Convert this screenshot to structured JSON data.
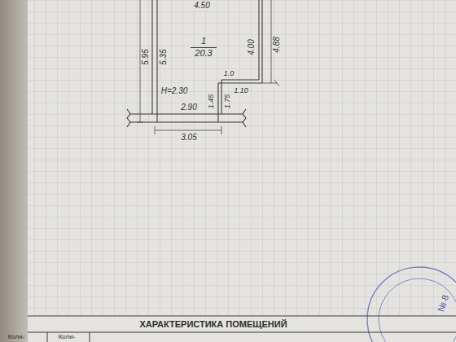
{
  "diagram": {
    "nodes": [
      {
        "text": [
          "1",
          "20.3"
        ]
      }
    ],
    "labels": [
      "4.50",
      "5.95",
      "5.35",
      "4.00",
      "4.88",
      "1.0",
      "1.10",
      "Н=2.30",
      "1.45",
      "1.75",
      "2.90",
      "3.05",
      "ХАРАКТЕРИСТИКА ПОМЕЩЕНИЙ",
      "Коли-",
      "Коли-",
      "№ 8"
    ]
  }
}
